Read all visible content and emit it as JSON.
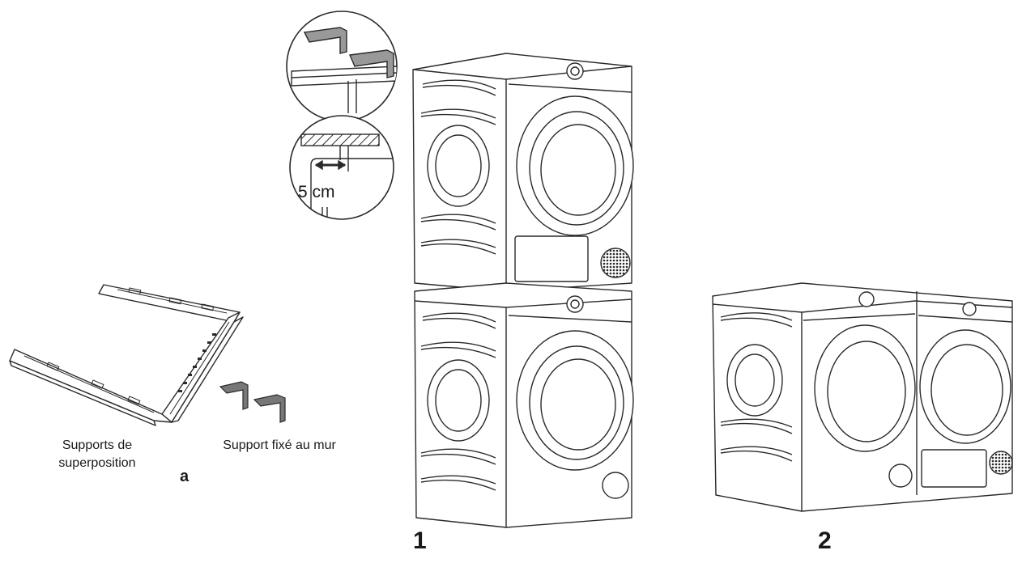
{
  "labels": {
    "stacking_brackets": "Supports de\nsuperposition",
    "wall_bracket": "Support fixé au mur",
    "part_letter": "a",
    "gap_dimension": "5 cm",
    "step_1": "1",
    "step_2": "2"
  },
  "colors": {
    "line": "#2a2a2a",
    "text": "#1a1a1a",
    "background": "#ffffff"
  }
}
